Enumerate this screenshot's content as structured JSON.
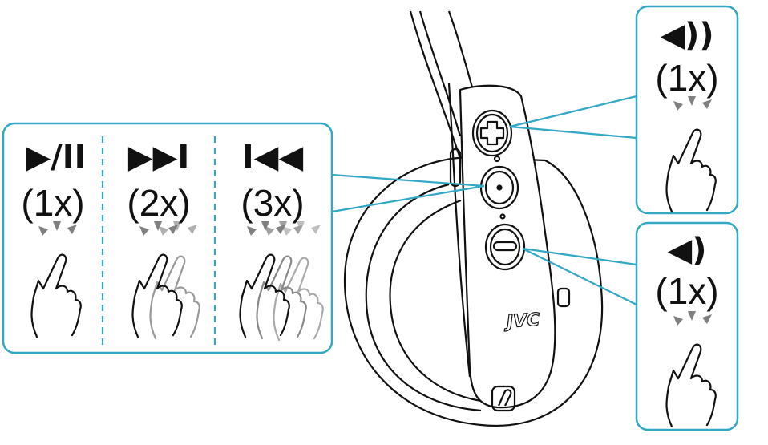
{
  "colors": {
    "accent": "#32a8c4",
    "ink": "#111111",
    "tap_mark": "#808080"
  },
  "brand": {
    "logo": "JVC",
    "badge_icon": "r-badge-icon"
  },
  "left_panel": {
    "items": [
      {
        "symbol": "▶/II",
        "count": "(1x)",
        "icon": "play-pause-icon",
        "taps": 1
      },
      {
        "symbol": "▶▶I",
        "count": "(2x)",
        "icon": "skip-forward-icon",
        "taps": 2
      },
      {
        "symbol": "I◀◀",
        "count": "(3x)",
        "icon": "skip-back-icon",
        "taps": 3
      }
    ]
  },
  "top_right_panel": {
    "symbol": "◀))",
    "count": "(1x)",
    "icon": "volume-up-icon",
    "taps": 1
  },
  "bottom_right_panel": {
    "symbol": "◀)",
    "count": "(1x)",
    "icon": "volume-down-icon",
    "taps": 1
  },
  "buttons": [
    "plus-button",
    "center-button",
    "minus-button"
  ]
}
